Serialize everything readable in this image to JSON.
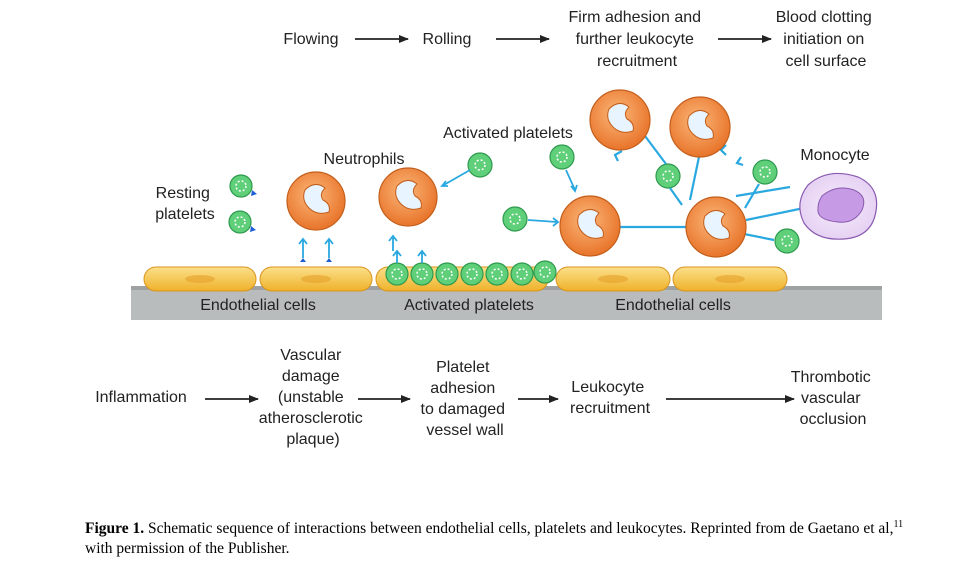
{
  "top_flow": {
    "steps": [
      {
        "lines": [
          "Flowing"
        ]
      },
      {
        "lines": [
          "Rolling"
        ]
      },
      {
        "lines": [
          "Firm adhesion and",
          "further leukocyte",
          "recruitment"
        ]
      },
      {
        "lines": [
          "Blood clotting",
          "initiation on",
          "cell surface"
        ]
      }
    ]
  },
  "illustration": {
    "resting_platelets": [
      "Resting",
      "platelets"
    ],
    "neutrophils": "Neutrophils",
    "activated_platelets_top": "Activated platelets",
    "monocyte": "Monocyte",
    "endothelial_left": "Endothelial cells",
    "activated_platelets_bottom": "Activated platelets",
    "endothelial_right": "Endothelial cells"
  },
  "bottom_flow": {
    "steps": [
      {
        "lines": [
          "Inflammation"
        ]
      },
      {
        "lines": [
          "Vascular",
          "damage",
          "(unstable",
          "atherosclerotic",
          "plaque)"
        ]
      },
      {
        "lines": [
          "Platelet",
          "adhesion",
          "to damaged",
          "vessel wall"
        ]
      },
      {
        "lines": [
          "Leukocyte",
          "recruitment"
        ]
      },
      {
        "lines": [
          "Thrombotic",
          "vascular",
          "occlusion"
        ]
      }
    ]
  },
  "caption": {
    "label": "Figure 1.",
    "text": " Schematic sequence of interactions between endothelial cells, platelets and leukocytes. Reprinted from de Gaetano et al,",
    "ref": "11",
    "tail": " with permission of the Publisher."
  },
  "colors": {
    "neutrophil_fill": "#f0893a",
    "nucleus": "#e8f4ff",
    "platelet": "#5fcf7a",
    "endothelial": "#f3bf38",
    "vessel_wall": "#b8bcbd",
    "arrow_blue": "#2aa8e0",
    "monocyte": "#c79ae6"
  }
}
